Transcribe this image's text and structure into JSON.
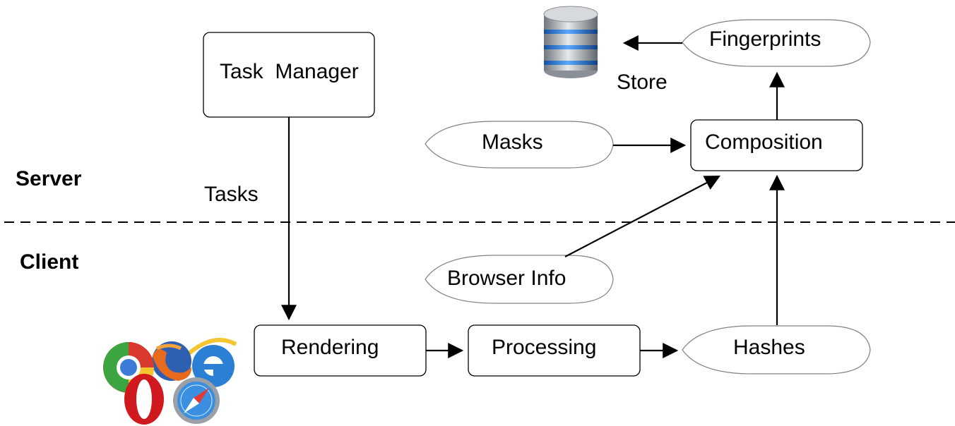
{
  "zones": {
    "server_label": "Server",
    "client_label": "Client"
  },
  "nodes": {
    "task_manager": "Task  Manager",
    "rendering": "Rendering",
    "processing": "Processing",
    "hashes": "Hashes",
    "browser_info": "Browser Info",
    "masks": "Masks",
    "composition": "Composition",
    "fingerprints": "Fingerprints",
    "store": "Store"
  },
  "edge_labels": {
    "tasks": "Tasks"
  },
  "icons": {
    "database": "database-icon",
    "browsers": "browser-logos-icon"
  },
  "colors": {
    "database_band": "#2f7fd6",
    "database_body": "#a9b0b8"
  }
}
